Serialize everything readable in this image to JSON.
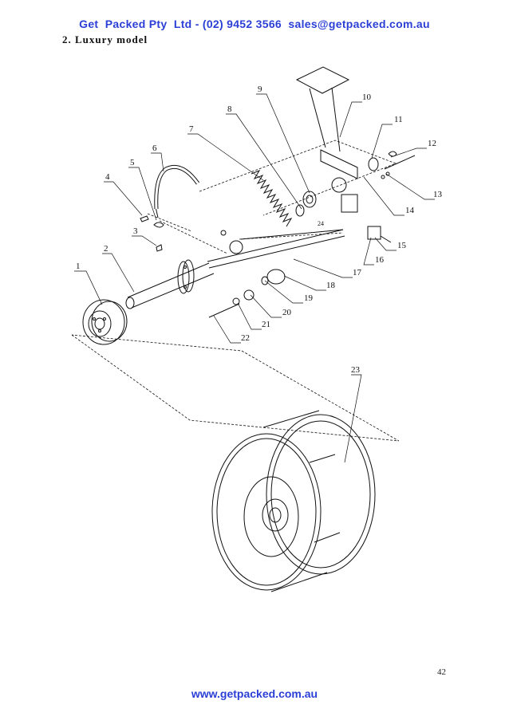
{
  "header": {
    "text": "Get  Packed Pty  Ltd - (02) 9452 3566  sales@getpacked.com.au"
  },
  "section": {
    "title": "2. Luxury model"
  },
  "diagram": {
    "labels": [
      "1",
      "2",
      "3",
      "4",
      "5",
      "6",
      "7",
      "8",
      "9",
      "10",
      "11",
      "12",
      "13",
      "14",
      "15",
      "16",
      "17",
      "18",
      "19",
      "20",
      "21",
      "22",
      "23"
    ],
    "inline_tag": "24"
  },
  "page": {
    "number": "42"
  },
  "footer": {
    "url": "www.getpacked.com.au"
  }
}
